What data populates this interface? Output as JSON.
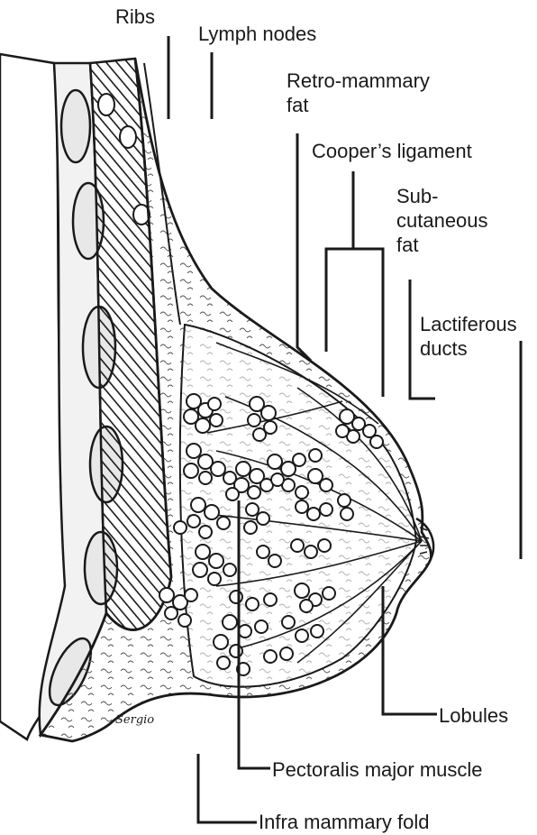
{
  "labels": {
    "ribs": "Ribs",
    "lymph_nodes": "Lymph nodes",
    "retro_mammary_fat": "Retro-mammary\nfat",
    "coopers_ligament": "Cooper’s ligament",
    "subcutaneous_fat": "Sub-\ncutaneous\nfat",
    "lactiferous_ducts": "Lactiferous\nducts",
    "lobules": "Lobules",
    "pectoralis_major": "Pectoralis major muscle",
    "infra_mammary_fold": "Infra mammary fold",
    "signature": "Sergio"
  },
  "colors": {
    "ink": "#1a1a1a",
    "paper": "#ffffff"
  }
}
